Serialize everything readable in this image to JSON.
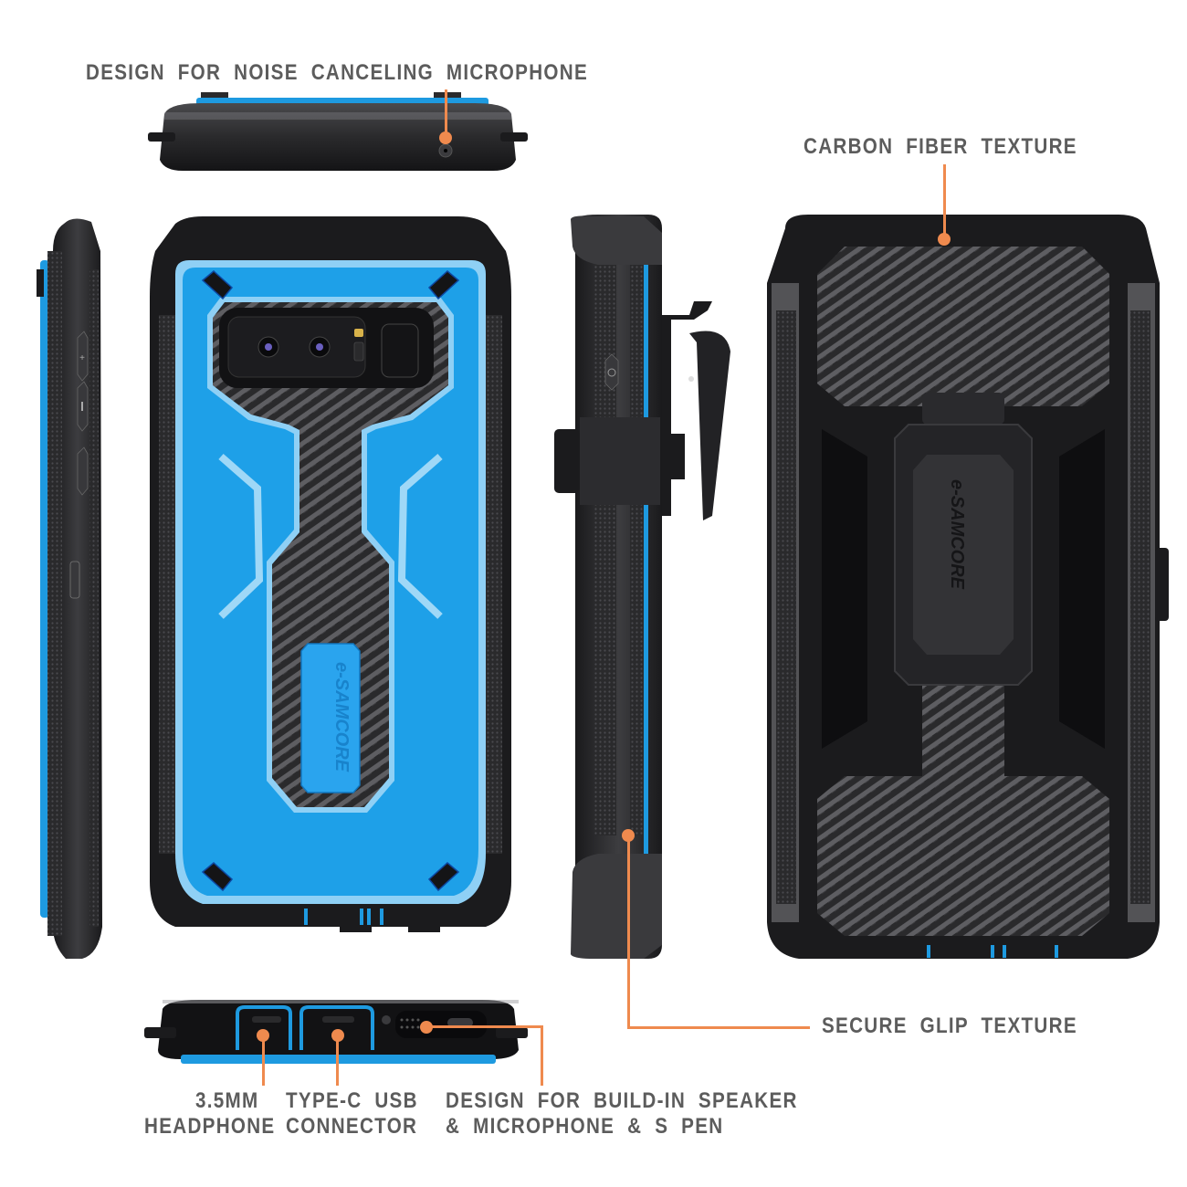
{
  "product": {
    "brand_logo": "e-SAMCORE",
    "accent_color": "#1e9ae0",
    "callout_color": "#ef8a4e",
    "text_color": "#5c5c5c",
    "case_color": "#1b1b1d"
  },
  "callouts": {
    "top_microphone": "DESIGN FOR NOISE CANCELING MICROPHONE",
    "carbon_fiber": "CARBON FIBER TEXTURE",
    "secure_grip": "SECURE GLIP TEXTURE",
    "headphone_line1": "3.5MM",
    "headphone_line2": "HEADPHONE",
    "usb_line1": "TYPE-C USB",
    "usb_line2": "CONNECTOR",
    "speaker_line1": "DESIGN FOR BUILD-IN SPEAKER",
    "speaker_line2": "& MICROPHONE & S PEN"
  },
  "views": {
    "top": "top-edge-view",
    "left": "left-side-view",
    "back": "back-view",
    "side_clip": "right-side-view-with-holster",
    "holster": "back-view-with-holster",
    "bottom": "bottom-edge-view"
  },
  "side_buttons": [
    "+",
    "-",
    "bixby",
    "power"
  ]
}
